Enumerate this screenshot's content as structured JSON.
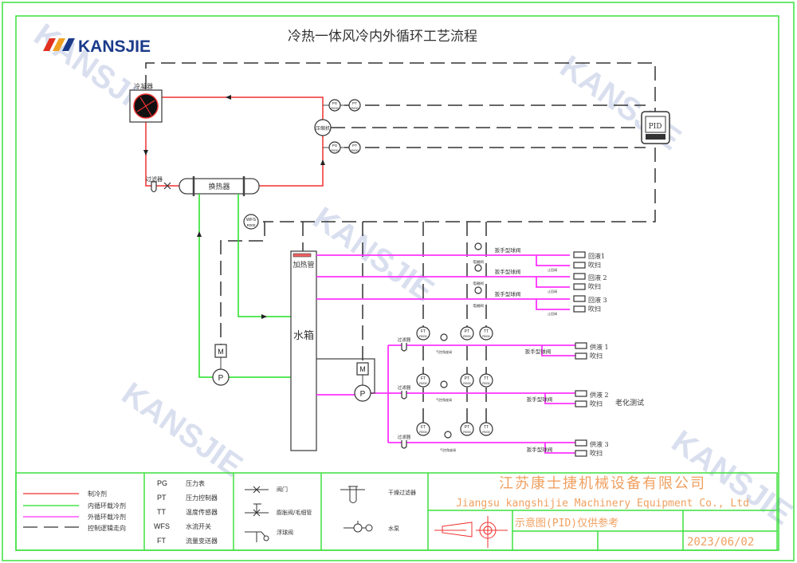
{
  "title": "冷热一体风冷内外循环工艺流程",
  "logo": {
    "text": "KANSJIE",
    "colors": [
      "#e03020",
      "#f0a020",
      "#1a3a8a"
    ]
  },
  "watermark": "KANSJIE®",
  "equipment": {
    "condenser": "冷凝器",
    "filter": "过滤器",
    "heat_exchanger": "换热器",
    "compressor": "压缩机",
    "heater": "加热管",
    "tank": "水箱",
    "controller": "PID",
    "motor": "M",
    "pump": "P"
  },
  "instruments": {
    "pg": "PG",
    "pt": "PT",
    "tt": "TT",
    "ft": "FT",
    "wfs": "WFS",
    "tag": "R000"
  },
  "return_lines": [
    {
      "label": "回液1",
      "purge": "吹扫"
    },
    {
      "label": "回液 2",
      "purge": "吹扫"
    },
    {
      "label": "回液 3",
      "purge": "吹扫"
    }
  ],
  "supply_lines": [
    {
      "label": "供液 1",
      "purge": "吹扫"
    },
    {
      "label": "供液 2",
      "purge": "吹扫"
    },
    {
      "label": "供液 3",
      "purge": "吹扫"
    }
  ],
  "valve_labels": {
    "ball_valve": "扳手型球阀",
    "solenoid": "电磁阀",
    "pneumatic": "气控角座阀",
    "check": "止回阀",
    "filter": "过滤器"
  },
  "aging_test": "老化测试",
  "legend": {
    "lines": [
      {
        "label": "制冷剂",
        "color": "#f03030",
        "style": "solid"
      },
      {
        "label": "内循环载冷剂",
        "color": "#22e022",
        "style": "solid"
      },
      {
        "label": "外循环载冷剂",
        "color": "#ff33ff",
        "style": "solid"
      },
      {
        "label": "控制逻辑走向",
        "color": "#333333",
        "style": "dashed"
      }
    ],
    "abbreviations": [
      {
        "code": "PG",
        "meaning": "压力表"
      },
      {
        "code": "PT",
        "meaning": "压力控制器"
      },
      {
        "code": "TT",
        "meaning": "温度传感器"
      },
      {
        "code": "WFS",
        "meaning": "水流开关"
      },
      {
        "code": "FT",
        "meaning": "流量变送器"
      }
    ],
    "symbols": [
      {
        "label": "阀门"
      },
      {
        "label": "膨胀阀/毛细管"
      },
      {
        "label": "浮球阀"
      },
      {
        "label": "干燥过滤器"
      },
      {
        "label": "水泵"
      }
    ]
  },
  "title_block": {
    "company_cn": "江苏康士捷机械设备有限公司",
    "company_en": "Jiangsu kangshijie Machinery Equipment Co., Ltd",
    "note": "示意图(PID)仅供参考",
    "date": "2023/06/02"
  }
}
